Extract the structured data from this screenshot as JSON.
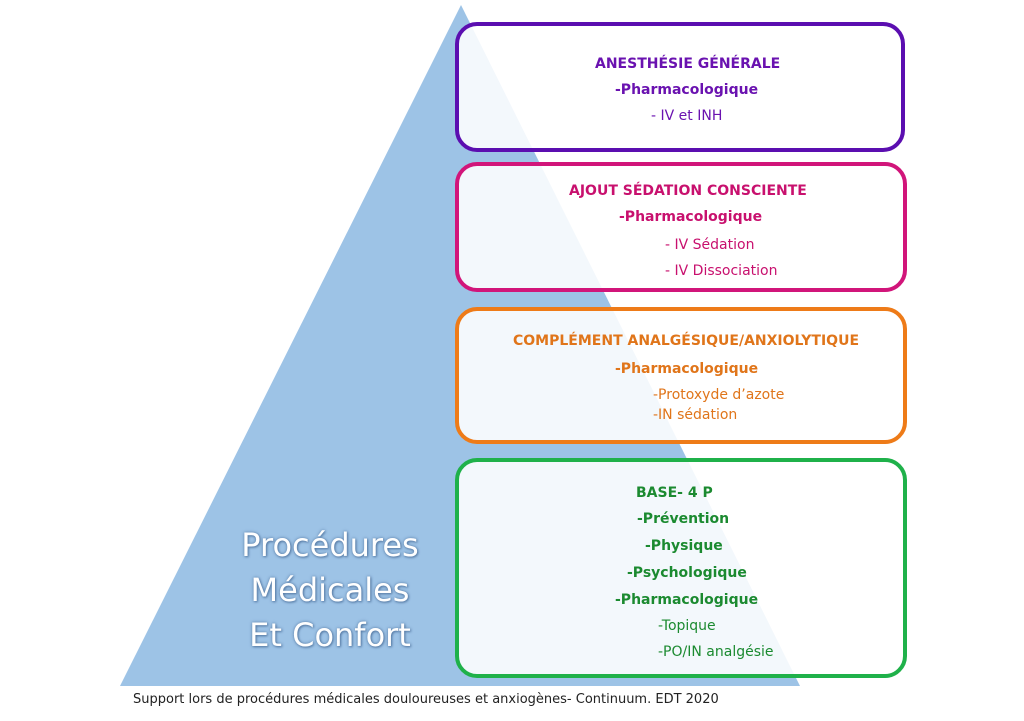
{
  "pyramid": {
    "color": "#9dc3e6",
    "title_lines": [
      "Procédures",
      "Médicales",
      "Et Confort"
    ]
  },
  "levels": {
    "general": {
      "title": "ANESTHÉSIE GÉNÉRALE",
      "subtitle": "-Pharmacologique",
      "items": [
        "- IV et INH"
      ],
      "color": "#5b0eb0"
    },
    "sedation": {
      "title": "AJOUT SÉDATION CONSCIENTE",
      "subtitle": "-Pharmacologique",
      "items": [
        "- IV Sédation",
        "- IV Dissociation"
      ],
      "color": "#d1157a"
    },
    "complement": {
      "title": "COMPLÉMENT ANALGÉSIQUE/ANXIOLYTIQUE",
      "subtitle": "-Pharmacologique",
      "items": [
        "-Protoxyde d’azote",
        "-IN sédation"
      ],
      "color": "#ee7b18"
    },
    "base": {
      "title": "BASE- 4 P",
      "points": [
        "-Prévention",
        "-Physique",
        "-Psychologique",
        "-Pharmacologique"
      ],
      "items": [
        "-Topique",
        "-PO/IN analgésie"
      ],
      "color": "#1fb14a"
    }
  },
  "caption": "Support lors de procédures médicales douloureuses et anxiogènes- Continuum.  EDT 2020"
}
